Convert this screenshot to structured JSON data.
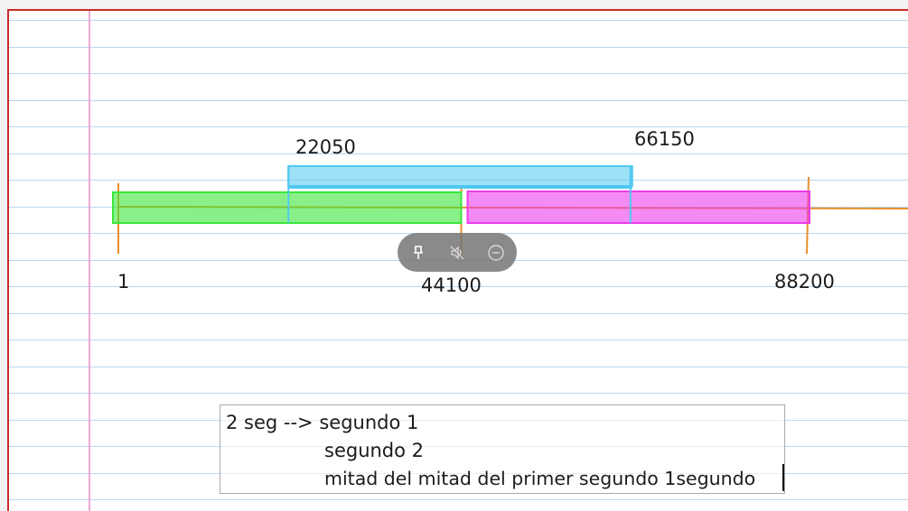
{
  "timeline": {
    "ticks": [
      {
        "label": "1",
        "value": 1
      },
      {
        "label": "44100",
        "value": 44100
      },
      {
        "label": "88200",
        "value": 88200
      }
    ],
    "upper_labels": [
      {
        "label": "22050",
        "value": 22050
      },
      {
        "label": "66150",
        "value": 66150
      }
    ],
    "segments": [
      {
        "start": 1,
        "end": 44100,
        "color": "#3be63b"
      },
      {
        "start": 44100,
        "end": 88200,
        "color": "#ec3cec"
      },
      {
        "start": 22050,
        "end": 66150,
        "color": "#4fc8f0"
      }
    ],
    "axis_color": "#e8902a"
  },
  "textbox": {
    "line1": "2 seg --> segundo 1",
    "line2": "segundo 2",
    "line3": "mitad del mitad del primer segundo 1segundo"
  },
  "toolbar": {
    "icons": [
      "pin-icon",
      "mute-icon",
      "minus-circle-icon"
    ]
  },
  "colors": {
    "page_border": "#cc2b2b",
    "rule_lines": "#bcd7ee",
    "margin_line": "#efa9d1"
  }
}
